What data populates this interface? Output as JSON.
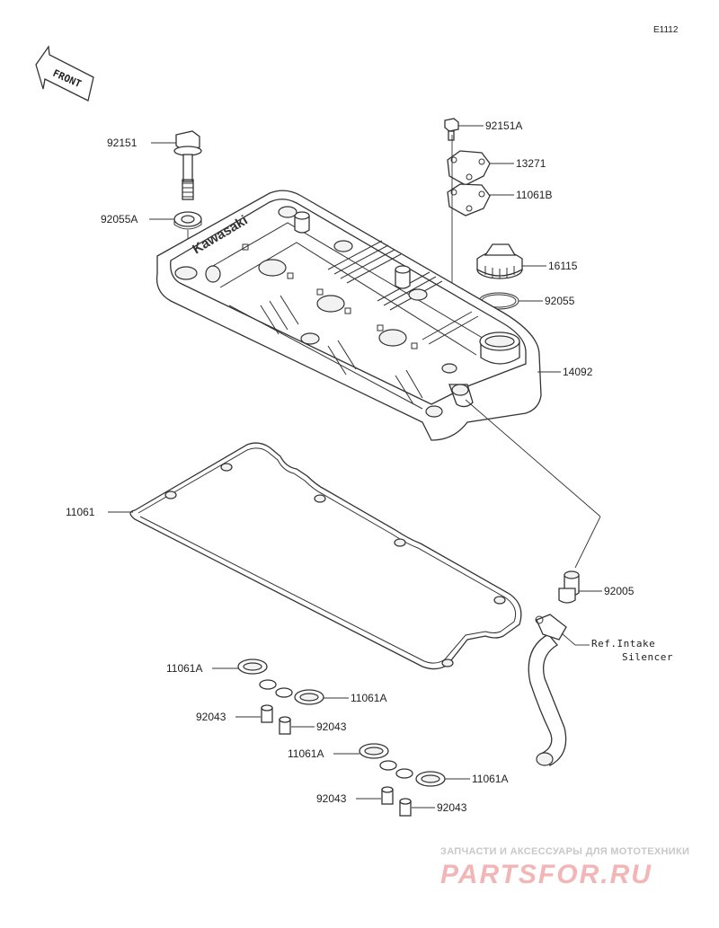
{
  "diagram_code": "E1112",
  "front_label": "FRONT",
  "brand_text": "Kawasaki",
  "parts": [
    {
      "id": "p-92151",
      "number": "92151"
    },
    {
      "id": "p-92055A",
      "number": "92055A"
    },
    {
      "id": "p-92151A",
      "number": "92151A"
    },
    {
      "id": "p-13271",
      "number": "13271"
    },
    {
      "id": "p-11061B",
      "number": "11061B"
    },
    {
      "id": "p-16115",
      "number": "16115"
    },
    {
      "id": "p-92055",
      "number": "92055"
    },
    {
      "id": "p-14092",
      "number": "14092"
    },
    {
      "id": "p-11061",
      "number": "11061"
    },
    {
      "id": "p-92005",
      "number": "92005"
    },
    {
      "id": "p-11061A-1",
      "number": "11061A"
    },
    {
      "id": "p-11061A-2",
      "number": "11061A"
    },
    {
      "id": "p-92043-1",
      "number": "92043"
    },
    {
      "id": "p-92043-2",
      "number": "92043"
    },
    {
      "id": "p-11061A-3",
      "number": "11061A"
    },
    {
      "id": "p-11061A-4",
      "number": "11061A"
    },
    {
      "id": "p-92043-3",
      "number": "92043"
    },
    {
      "id": "p-92043-4",
      "number": "92043"
    }
  ],
  "reference": {
    "line1": "Ref.Intake",
    "line2": "Silencer"
  },
  "watermark": {
    "line1": "ЗАПЧАСТИ И АКСЕССУАРЫ ДЛЯ МОТОТЕХНИКИ",
    "line2": "PARTSFOR.RU"
  }
}
